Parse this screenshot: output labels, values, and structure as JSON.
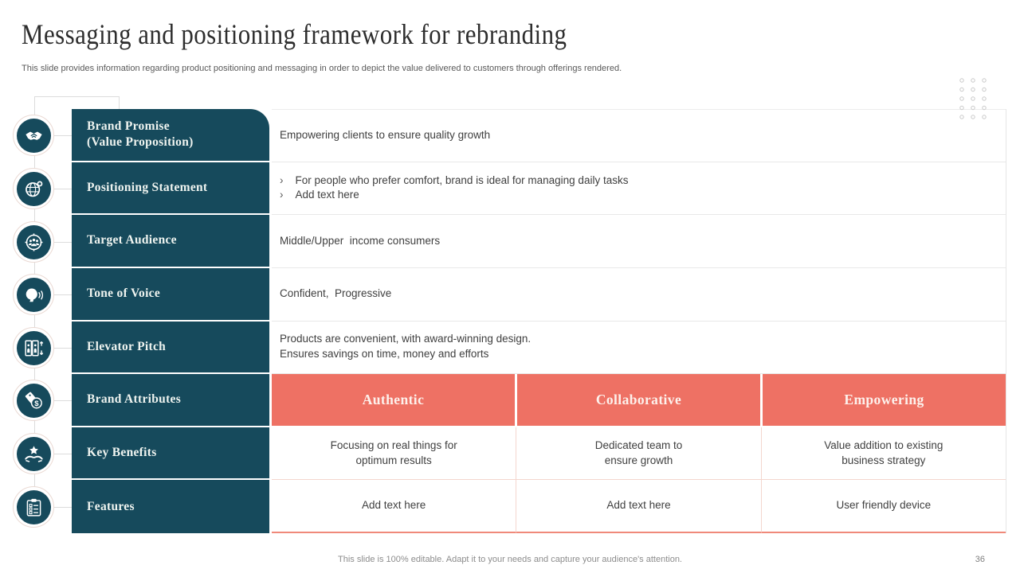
{
  "slide": {
    "title": "Messaging and positioning framework for rebranding",
    "subtitle": "This slide provides information regarding product positioning and messaging in order to depict the value delivered to customers through offerings rendered.",
    "footer_note": "This slide is 100% editable. Adapt it to your needs and capture your audience's attention.",
    "page_number": "36"
  },
  "colors": {
    "teal": "#164A5C",
    "salmon": "#EE7164",
    "label_text": "#EFF4F0",
    "body_text": "#3F3F3F"
  },
  "framework_table": {
    "bullet_char": "›",
    "rows": [
      {
        "icon": "handshake-icon",
        "label": "Brand Promise\n(Value Proposition)",
        "content": "Empowering clients to ensure quality growth"
      },
      {
        "icon": "globe-search-icon",
        "label": "Positioning Statement",
        "bullets": [
          "For people who prefer comfort, brand is ideal for managing daily tasks",
          "Add text here"
        ]
      },
      {
        "icon": "audience-target-icon",
        "label": "Target Audience",
        "content": "Middle/Upper  income consumers"
      },
      {
        "icon": "speaking-head-icon",
        "label": "Tone of Voice",
        "content": "Confident,  Progressive"
      },
      {
        "icon": "elevator-icon",
        "label": "Elevator Pitch",
        "content": "Products are convenient, with award-winning design.\nEnsures savings on time, money and efforts"
      },
      {
        "icon": "price-tag-dollar-icon",
        "label": "Brand Attributes",
        "attributes": [
          "Authentic",
          "Collaborative",
          "Empowering"
        ]
      },
      {
        "icon": "hands-holding-star-icon",
        "label": "Key Benefits",
        "cells": [
          "Focusing on real things for\noptimum results",
          "Dedicated team to\nensure growth",
          "Value addition to existing\nbusiness strategy"
        ]
      },
      {
        "icon": "checklist-clipboard-icon",
        "label": "Features",
        "cells": [
          "Add text here",
          "Add text here",
          "User friendly device"
        ]
      }
    ]
  }
}
